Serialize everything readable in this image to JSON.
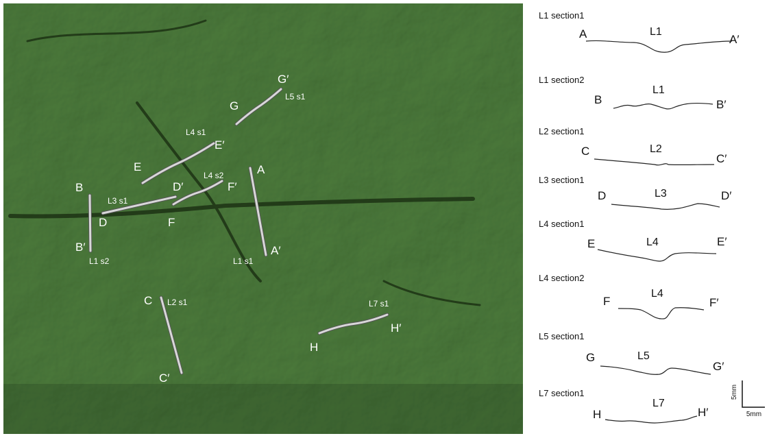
{
  "photo": {
    "markers": [
      {
        "id": "L5 s1",
        "start": "G",
        "end": "G′"
      },
      {
        "id": "L4 s1",
        "start": "E",
        "end": "E′"
      },
      {
        "id": "L4 s2",
        "start": "F",
        "end": "F′"
      },
      {
        "id": "L3 s1",
        "start": "D",
        "end": "D′"
      },
      {
        "id": "L1 s1",
        "start": "A",
        "end": "A′"
      },
      {
        "id": "L1 s2",
        "start": "B",
        "end": "B′"
      },
      {
        "id": "L2 s1",
        "start": "C",
        "end": "C′"
      },
      {
        "id": "L7 s1",
        "start": "H",
        "end": "H′"
      }
    ],
    "colors": {
      "ground": "#4c7b3c",
      "marker": "#d8d8d8",
      "label": "#ffffff"
    }
  },
  "profiles": [
    {
      "title": "L1 section1",
      "left": "A",
      "center": "L1",
      "right": "A′"
    },
    {
      "title": "L1 section2",
      "left": "B",
      "center": "L1",
      "right": "B′"
    },
    {
      "title": "L2 section1",
      "left": "C",
      "center": "L2",
      "right": "C′"
    },
    {
      "title": "L3 section1",
      "left": "D",
      "center": "L3",
      "right": "D′"
    },
    {
      "title": "L4 section1",
      "left": "E",
      "center": "L4",
      "right": "E′"
    },
    {
      "title": "L4 section2",
      "left": "F",
      "center": "L4",
      "right": "F′"
    },
    {
      "title": "L5 section1",
      "left": "G",
      "center": "L5",
      "right": "G′"
    },
    {
      "title": "L7 section1",
      "left": "H",
      "center": "L7",
      "right": "H′"
    }
  ],
  "scale_bar": {
    "vertical": "5mm",
    "horizontal": "5mm"
  }
}
